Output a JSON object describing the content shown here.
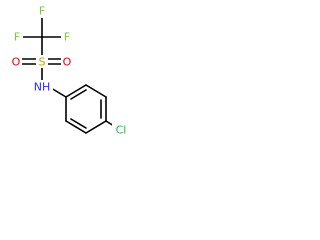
{
  "molecule": {
    "atoms": {
      "f_top": "F",
      "f_left": "F",
      "f_right": "F",
      "s": "S",
      "o_left": "O",
      "o_right": "O",
      "nh": "NH",
      "cl": "Cl"
    },
    "colors": {
      "fluorine": "#7ac943",
      "sulfur": "#c8a400",
      "oxygen": "#e0001b",
      "nitrogen": "#2a2aff",
      "chlorine": "#2ab24a",
      "bond": "#000000"
    }
  }
}
